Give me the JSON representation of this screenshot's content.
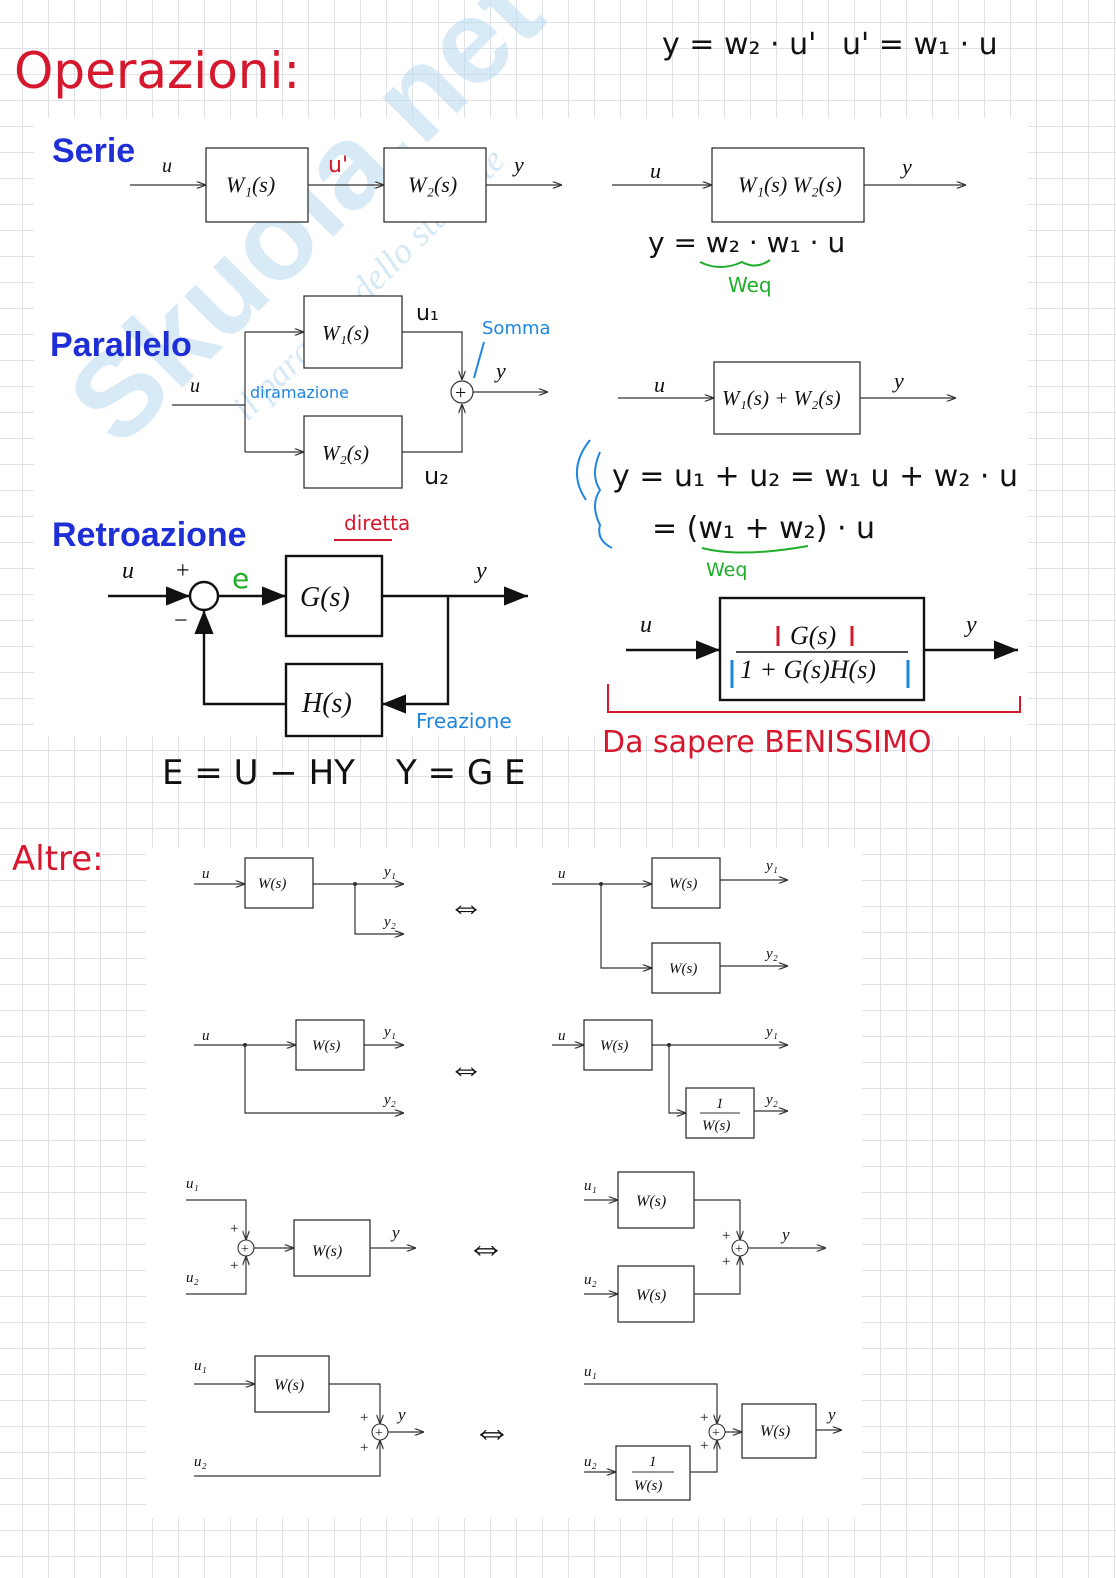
{
  "header": {
    "title": "Operazioni:",
    "top_formula_1": "y = w₂ · u'",
    "top_formula_2": "u' = w₁ · u"
  },
  "watermark": {
    "brand": "Skuola.net",
    "tagline": "il paradiso dello studente"
  },
  "serie": {
    "title": "Serie",
    "input": "u",
    "intermediate": "u'",
    "output": "y",
    "block1": "W₁(s)",
    "block2": "W₂(s)",
    "eq_input": "u",
    "eq_block": "W₁(s) W₂(s)",
    "eq_output": "y",
    "note_formula": "y = w₂ · w₁ · u",
    "note_weq": "Weq"
  },
  "parallelo": {
    "title": "Parallelo",
    "input": "u",
    "block1": "W₁(s)",
    "block2": "W₂(s)",
    "out1": "u₁",
    "out2": "u₂",
    "output": "y",
    "sum_symbol": "+",
    "note_split": "diramazione",
    "note_sum": "Somma",
    "eq_input": "u",
    "eq_block": "W₁(s) + W₂(s)",
    "eq_output": "y",
    "note_formula_1": "y = u₁ + u₂ = w₁ u + w₂ · u",
    "note_formula_2": "= (w₁ + w₂) · u",
    "note_weq": "Weq"
  },
  "retroazione": {
    "title": "Retroazione",
    "input": "u",
    "plus": "+",
    "minus": "−",
    "error": "e",
    "forward_block": "G(s)",
    "feedback_block": "H(s)",
    "output": "y",
    "note_forward": "diretta",
    "note_feedback": "Freazione",
    "eq_input": "u",
    "eq_numerator": "G(s)",
    "eq_denominator": "1 + G(s)H(s)",
    "eq_output": "y",
    "note_formula_1": "E = U − HY",
    "note_formula_2": "Y = G E",
    "note_important": "Da sapere BENISSIMO"
  },
  "altre": {
    "title": "Altre:",
    "equivalence_symbol": "⇔",
    "rows": [
      {
        "left": {
          "input": "u",
          "block": "W(s)",
          "out1": "y₁",
          "out2": "y₂"
        },
        "right": {
          "input": "u",
          "block1": "W(s)",
          "block2": "W(s)",
          "out1": "y₁",
          "out2": "y₂"
        }
      },
      {
        "left": {
          "input": "u",
          "block": "W(s)",
          "out1": "y₁",
          "out2": "y₂"
        },
        "right": {
          "input": "u",
          "block": "W(s)",
          "inv_num": "1",
          "inv_den": "W(s)",
          "out1": "y₁",
          "out2": "y₂"
        }
      },
      {
        "left": {
          "in1": "u₁",
          "in2": "u₂",
          "plus1": "+",
          "plus2": "+",
          "block": "W(s)",
          "output": "y"
        },
        "right": {
          "in1": "u₁",
          "in2": "u₂",
          "block1": "W(s)",
          "block2": "W(s)",
          "plus1": "+",
          "plus2": "+",
          "output": "y"
        }
      },
      {
        "left": {
          "in1": "u₁",
          "in2": "u₂",
          "block": "W(s)",
          "plus1": "+",
          "plus2": "+",
          "output": "y"
        },
        "right": {
          "in1": "u₁",
          "in2": "u₂",
          "inv_num": "1",
          "inv_den": "W(s)",
          "plus1": "+",
          "plus2": "+",
          "block": "W(s)",
          "output": "y"
        }
      }
    ]
  }
}
